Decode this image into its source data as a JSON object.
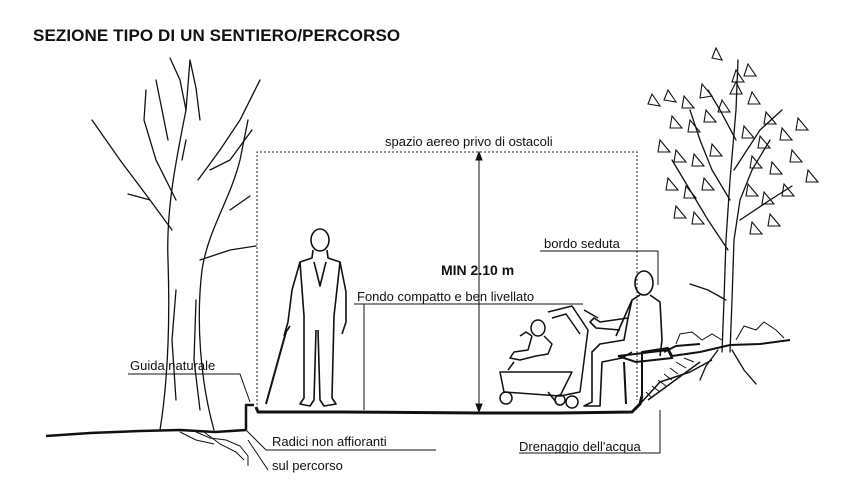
{
  "title": "SEZIONE TIPO DI UN SENTIERO/PERCORSO",
  "labels": {
    "clear_space": "spazio aereo privo di ostacoli",
    "min_height": "MIN 2.10 m",
    "seat_edge": "bordo seduta",
    "surface": "Fondo compatto e ben livellato",
    "natural_guide": "Guida naturale",
    "roots_line1": "Radici non affioranti",
    "roots_line2": "sul percorso",
    "drainage": "Drenaggio dell'acqua"
  },
  "colors": {
    "ink": "#111111",
    "background": "#ffffff"
  }
}
